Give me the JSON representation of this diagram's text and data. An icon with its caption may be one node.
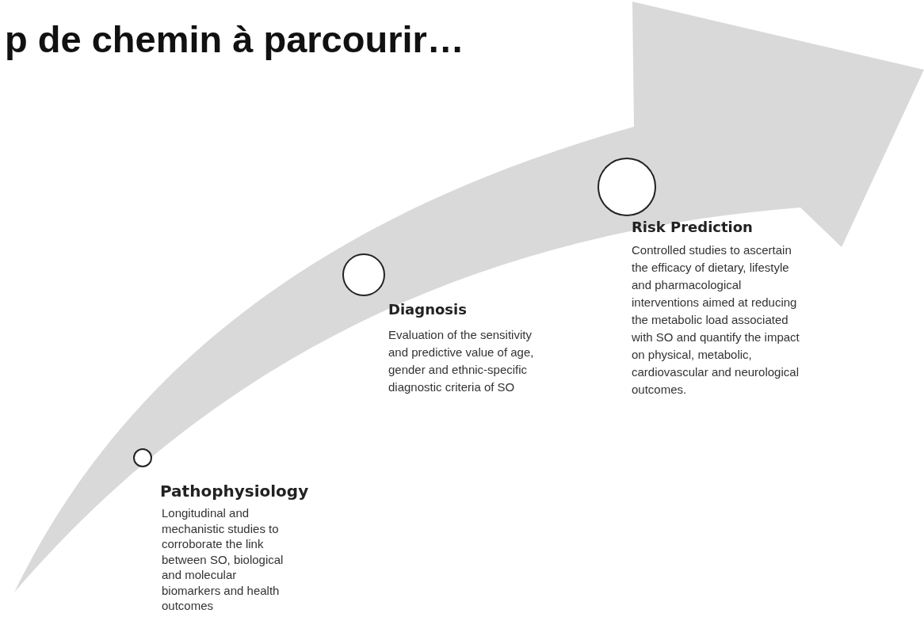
{
  "diagram": {
    "title": "p de chemin à parcourir…",
    "nodes": [
      {
        "text": [
          "Pathophysiology",
          "Longitudinal and mechanistic studies to corroborate the link between SO, biological and molecular biomarkers and health outcomes"
        ]
      },
      {
        "text": [
          "Diagnosis",
          "Evaluation of the sensitivity and predictive value of age, gender and ethnic-specific diagnostic criteria of SO"
        ]
      },
      {
        "text": [
          "Risk Prediction",
          "Controlled studies to ascertain the efficacy of dietary, lifestyle and pharmacological interventions aimed at reducing the metabolic load associated with SO and quantify the impact on physical, metabolic, cardiovascular and neurological outcomes."
        ]
      }
    ]
  }
}
